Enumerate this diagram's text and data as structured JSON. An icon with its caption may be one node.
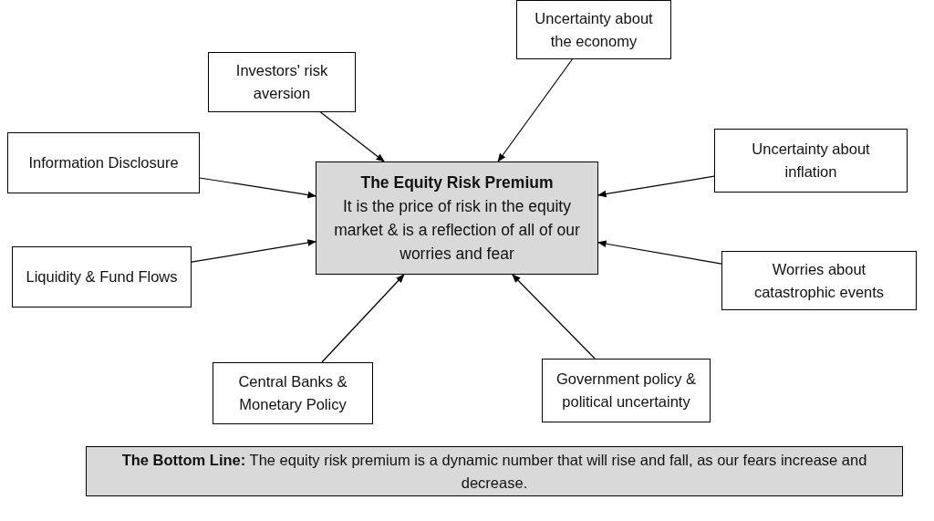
{
  "diagram": {
    "nodes": [
      {
        "text": [
          "The Equity Risk Premium",
          "It is the price of risk in the equity market & is a reflection of all of our worries and fear"
        ]
      },
      {
        "text": [
          "Investors' risk aversion"
        ]
      },
      {
        "text": [
          "Uncertainty about the economy"
        ]
      },
      {
        "text": [
          "Information Disclosure"
        ]
      },
      {
        "text": [
          "Uncertainty about inflation"
        ]
      },
      {
        "text": [
          "Liquidity & Fund Flows"
        ]
      },
      {
        "text": [
          "Worries about catastrophic events"
        ]
      },
      {
        "text": [
          "Central Banks & Monetary Policy"
        ]
      },
      {
        "text": [
          "Government policy & political uncertainty"
        ]
      },
      {
        "text": [
          "**The Bottom Line:** The equity risk premium is a dynamic number that will rise and fall, as our fears increase and decrease."
        ]
      }
    ],
    "edges": [
      {
        "from": 1,
        "to": 0,
        "arrow": "to"
      },
      {
        "from": 2,
        "to": 0,
        "arrow": "to"
      },
      {
        "from": 3,
        "to": 0,
        "arrow": "to"
      },
      {
        "from": 4,
        "to": 0,
        "arrow": "to"
      },
      {
        "from": 5,
        "to": 0,
        "arrow": "to"
      },
      {
        "from": 6,
        "to": 0,
        "arrow": "to"
      },
      {
        "from": 7,
        "to": 0,
        "arrow": "to"
      },
      {
        "from": 8,
        "to": 0,
        "arrow": "to"
      }
    ]
  }
}
